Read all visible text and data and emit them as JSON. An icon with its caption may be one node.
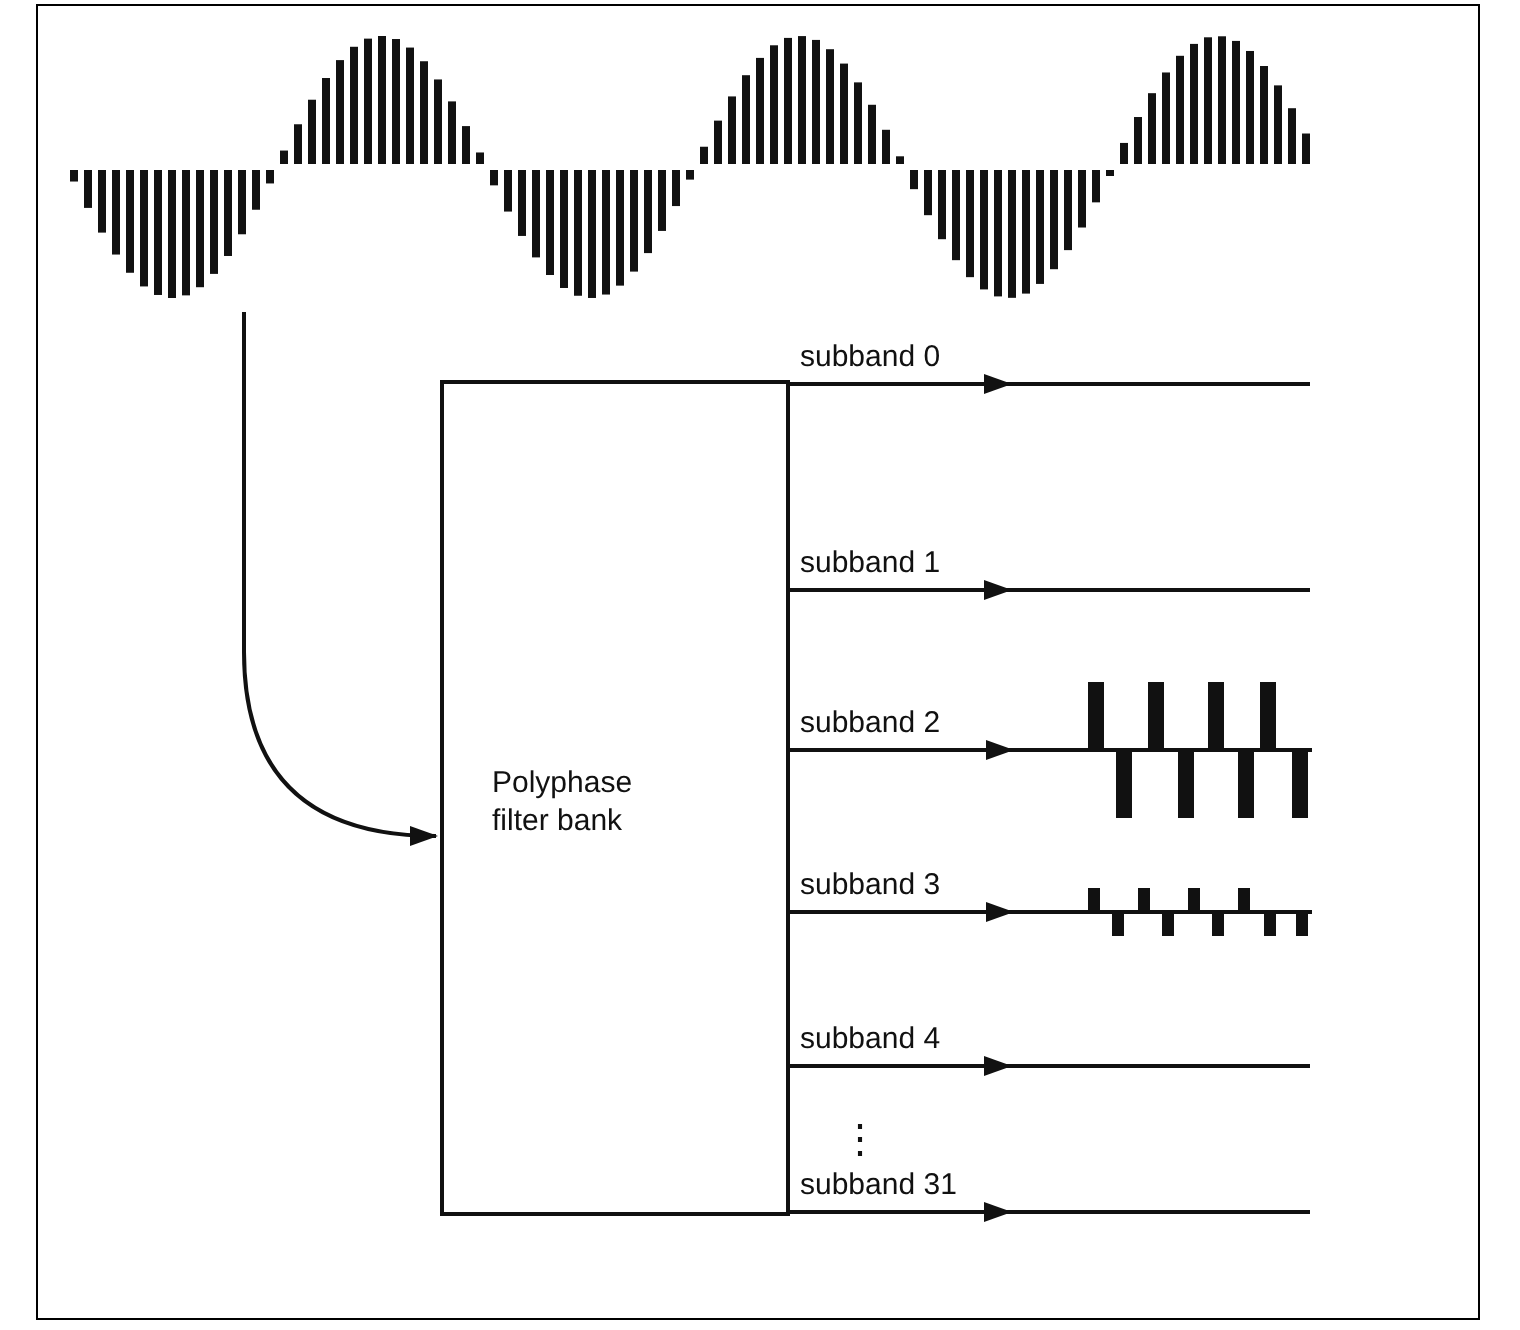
{
  "diagram": {
    "nodes": [
      {
        "text": [],
        "shape": "picture"
      },
      {
        "text": [
          "Polyphase filter bank"
        ]
      },
      {
        "text": [],
        "shape": "picture"
      },
      {
        "text": [],
        "shape": "picture"
      }
    ],
    "edges": [
      {
        "from": 0,
        "to": 1,
        "arrow": "to"
      },
      {
        "from": 1,
        "to": null,
        "arrow": "to",
        "label": "subband 0"
      },
      {
        "from": 1,
        "to": null,
        "arrow": "to",
        "label": "subband 1"
      },
      {
        "from": 1,
        "to": 2,
        "arrow": "to",
        "label": "subband 2"
      },
      {
        "from": 1,
        "to": 3,
        "arrow": "to",
        "label": "subband 3"
      },
      {
        "from": 1,
        "to": null,
        "arrow": "to",
        "label": "subband 4"
      },
      {
        "from": 1,
        "to": null,
        "arrow": "to",
        "label": "subband 31"
      }
    ],
    "labels": [
      "⋮"
    ]
  }
}
